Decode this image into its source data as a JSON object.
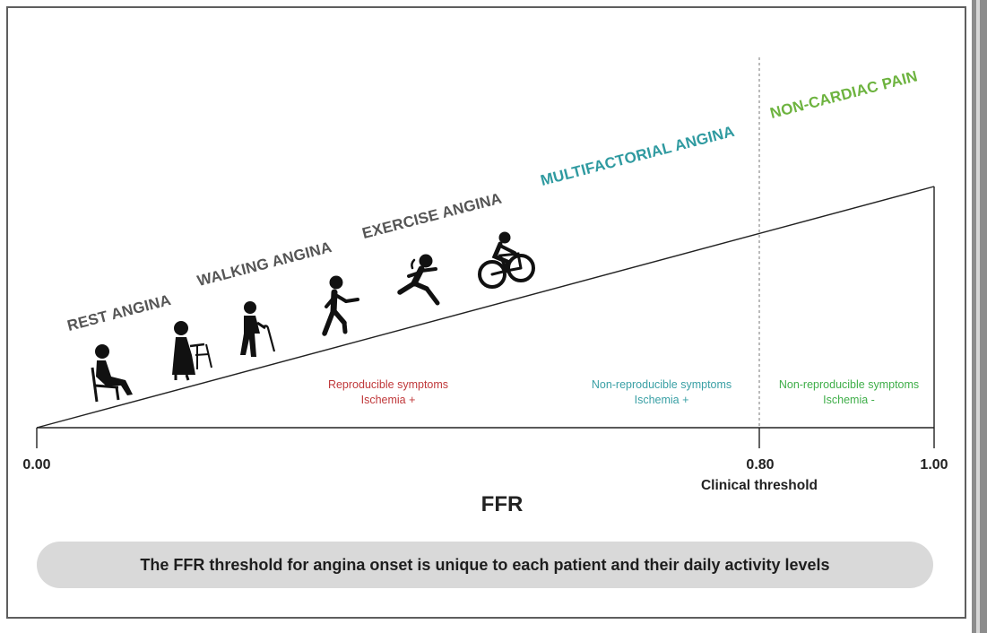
{
  "categories": {
    "rest": "REST ANGINA",
    "walking": "WALKING ANGINA",
    "exercise": "EXERCISE ANGINA",
    "multifactorial": "MULTIFACTORIAL ANGINA",
    "noncardiac": "NON-CARDIAC PAIN"
  },
  "notes": {
    "reproducible": {
      "line1": "Reproducible symptoms",
      "line2": "Ischemia +"
    },
    "nonrep_plus": {
      "line1": "Non-reproducible symptoms",
      "line2": "Ischemia +"
    },
    "nonrep_minus": {
      "line1": "Non-reproducible symptoms",
      "line2": "Ischemia -"
    }
  },
  "axis": {
    "title": "FFR",
    "min_label": "0.00",
    "threshold_label": "0.80",
    "threshold_caption": "Clinical threshold",
    "max_label": "1.00"
  },
  "banner": "The FFR threshold for angina onset is unique to each patient and their daily activity levels",
  "colors": {
    "gray_text": "#555555",
    "teal": "#2f9aa0",
    "green": "#6db33f",
    "red": "#c0393b",
    "note_teal": "#3aa0a5",
    "note_green": "#3fae49"
  },
  "icons": [
    "sitting-person-icon",
    "elderly-walker-icon",
    "cane-walker-icon",
    "walking-person-icon",
    "running-person-icon",
    "cyclist-icon"
  ]
}
